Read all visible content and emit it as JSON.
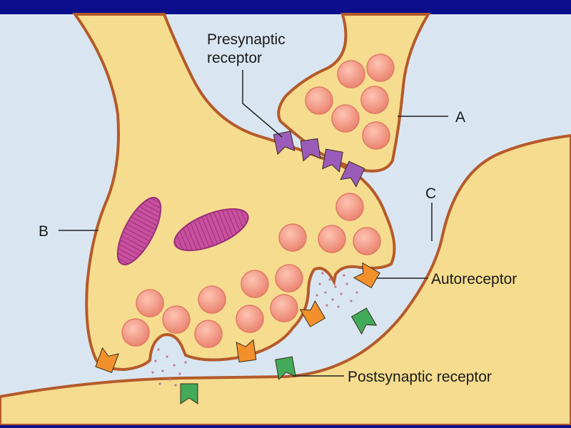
{
  "colors": {
    "banner": "#0b0f8c",
    "cleft": "#d9e6f2",
    "neuron": "#f6dc8f",
    "membrane": "#b55a2a",
    "vesicle": "#f09a88",
    "mitochondrion": "#c2489a",
    "presynaptic_receptor": "#9a5cb8",
    "autoreceptor": "#f2912c",
    "postsynaptic_receptor": "#43aa5a"
  },
  "labels": {
    "presynaptic_receptor_line1": "Presynaptic",
    "presynaptic_receptor_line2": "receptor",
    "a": "A",
    "b": "B",
    "c": "C",
    "autoreceptor": "Autoreceptor",
    "postsynaptic_receptor": "Postsynaptic receptor"
  }
}
